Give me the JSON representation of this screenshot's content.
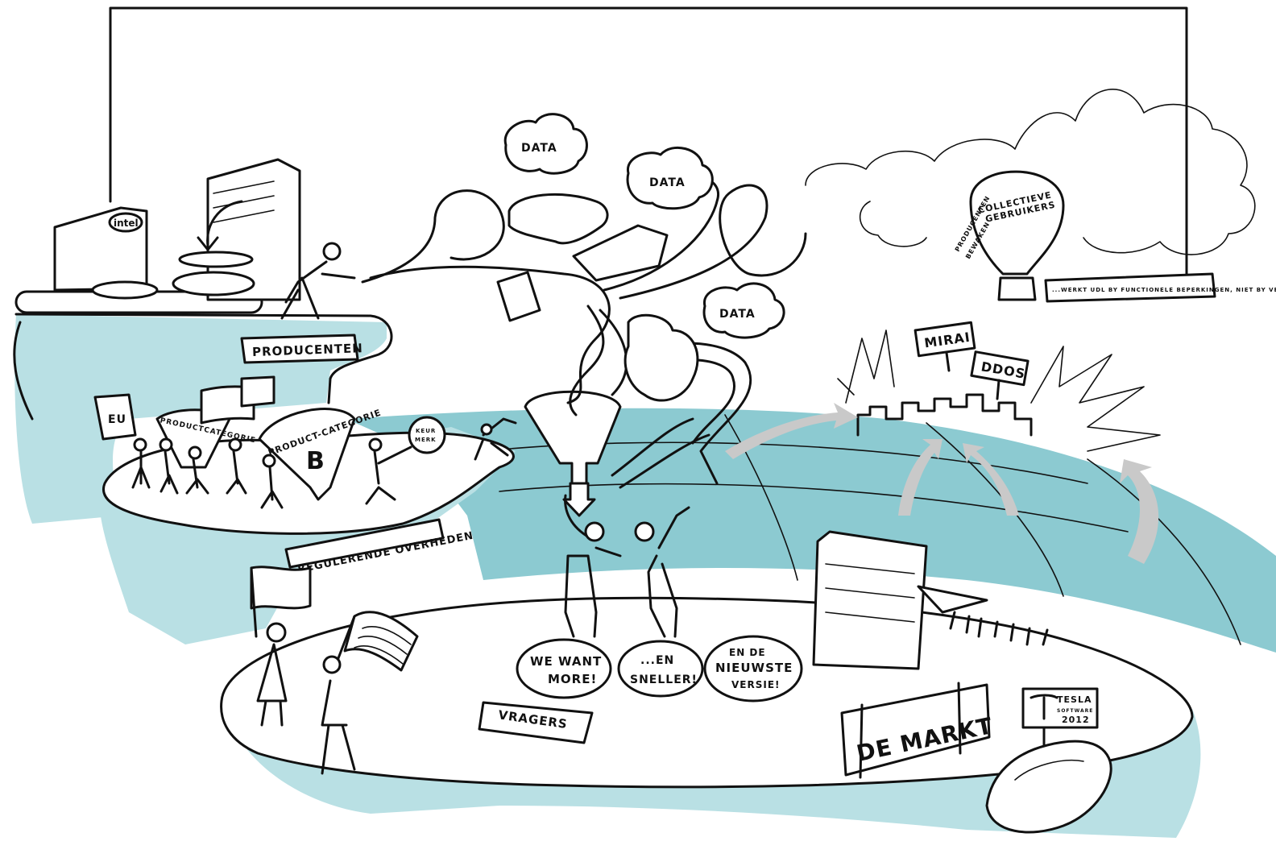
{
  "colors": {
    "sea": "#8ccad1",
    "sea_light": "#b9e0e4",
    "ink": "#111111",
    "arrow_grey": "#c9c9c9"
  },
  "icons": [
    "cloud-icon",
    "car-icon",
    "building-icon",
    "funnel-icon",
    "balloon-icon",
    "flag-icon",
    "us-flag-icon",
    "tesla-logo-icon",
    "ribbon-arrow-icon",
    "paper-plane-icon",
    "sign-icon"
  ],
  "clouds": {
    "data_1": "DATA",
    "data_2": "DATA",
    "data_3": "DATA"
  },
  "producers": {
    "label": "PRODUCENTEN",
    "server_brand": "intel"
  },
  "regulators": {
    "label": "REGULERENDE OVERHEDEN",
    "funnel_1": "PRODUCTCATEGORIE",
    "funnel_2": "PRODUCT-CATEGORIE",
    "funnel_2_letter": "B",
    "flag_text": "EU",
    "seal_text": "KEUR MERK"
  },
  "users": {
    "balloon_title_1": "COLLECTIEVE",
    "balloon_title_2": "GEBRUIKERS",
    "balloon_side_1": "PRODUCENTEN",
    "balloon_side_2": "BEWAKEN",
    "banner": "...WERKT UDL BY FUNCTIONELE BEPERKINGEN, NIET BY VEILIGHEID"
  },
  "attacks": {
    "sign_1": "MIRAI",
    "sign_2": "DDOS"
  },
  "demanders": {
    "label": "VRAGERS",
    "bubble_1_line1": "WE WANT",
    "bubble_1_line2": "MORE!",
    "bubble_2_line1": "...EN",
    "bubble_2_line2": "SNELLER!",
    "bubble_3_line1": "EN DE",
    "bubble_3_line2": "NIEUWSTE",
    "bubble_3_line3": "VERSIE!"
  },
  "market": {
    "label": "DE MARKT",
    "tesla_brand": "TESLA",
    "tesla_line": "SOFTWARE",
    "tesla_year": "2012"
  }
}
